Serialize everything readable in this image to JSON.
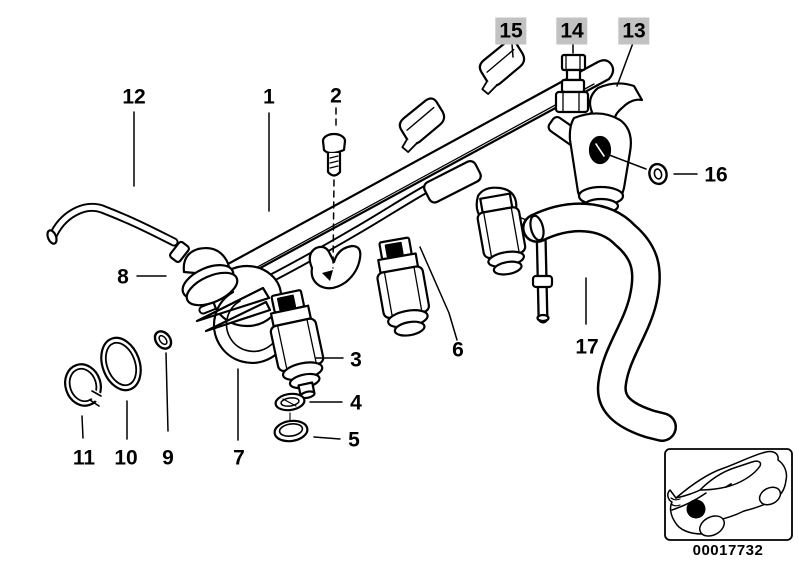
{
  "figure": {
    "type": "parts-diagram",
    "subject": "fuel-injection-rail-with-injectors",
    "background": "#ffffff",
    "line_color": "#000000"
  },
  "callouts": [
    {
      "label": "15",
      "highlighted": true
    },
    {
      "label": "14",
      "highlighted": true
    },
    {
      "label": "13",
      "highlighted": true
    },
    {
      "label": "12",
      "highlighted": false
    },
    {
      "label": "1",
      "highlighted": false
    },
    {
      "label": "2",
      "highlighted": false
    },
    {
      "label": "16",
      "highlighted": false
    },
    {
      "label": "8",
      "highlighted": false
    },
    {
      "label": "3",
      "highlighted": false
    },
    {
      "label": "6",
      "highlighted": false
    },
    {
      "label": "17",
      "highlighted": false
    },
    {
      "label": "4",
      "highlighted": false
    },
    {
      "label": "5",
      "highlighted": false
    },
    {
      "label": "11",
      "highlighted": false
    },
    {
      "label": "10",
      "highlighted": false
    },
    {
      "label": "9",
      "highlighted": false
    },
    {
      "label": "7",
      "highlighted": false
    }
  ],
  "thumbnail": {
    "part_number": "00017732",
    "icon": "car-three-quarter-view"
  },
  "colors": {
    "highlight_bg": "#c2c2c2",
    "line": "#000000",
    "background": "#ffffff"
  }
}
